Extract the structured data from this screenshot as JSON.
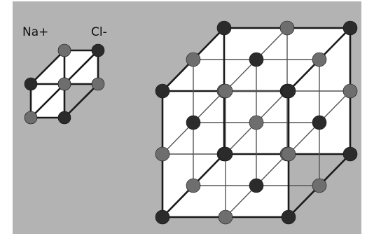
{
  "labels": {
    "sodium": "Na+",
    "chloride": "Cl-"
  },
  "colors": {
    "background": "#b3b3b3",
    "edge": "#1a1a1a",
    "sodium_atom": "#2b2b2b",
    "chloride_atom": "#6e6e6e",
    "face_fill": "#ffffff"
  },
  "small_cube": {
    "divisions": 1,
    "atoms": "alternating"
  },
  "large_cube": {
    "divisions": 2,
    "atoms": "alternating"
  }
}
